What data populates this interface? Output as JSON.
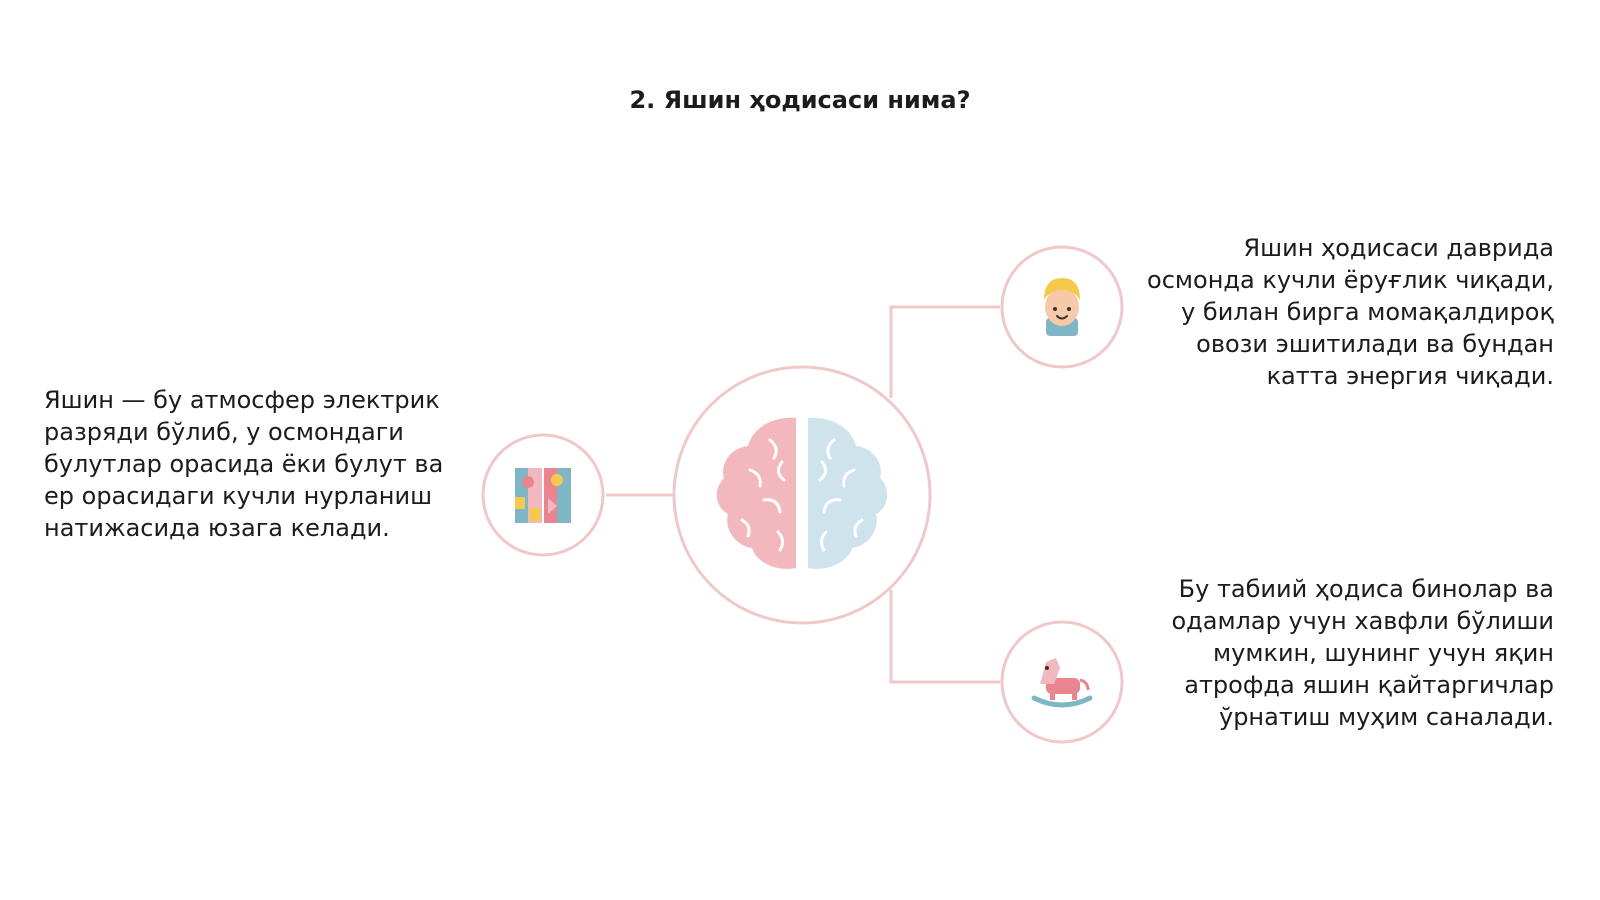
{
  "slide": {
    "title": "2. Яшин ҳодисаси нима?"
  },
  "diagram": {
    "center_icon": "brain-icon",
    "left": {
      "icon": "puzzle-blocks-icon",
      "text": "Яшин — бу атмосфер электрик разряди бўлиб, у осмондаги булутлар орасида ёки булут ва ер орасидаги кучли нурланиш натижасида юзага келади."
    },
    "right_top": {
      "icon": "child-face-icon",
      "text": "Яшин ҳодисаси даврида осмонда кучли ёруғлик чиқади, у билан бирга момақалдироқ овози эшитилади ва бундан катта энергия чиқади."
    },
    "right_bottom": {
      "icon": "rocking-horse-icon",
      "text": "Бу табиий ҳодиса бинолар ва одамлар учун хавфли бўлиши мумкин, шунинг учун яқин атрофда яшин қайтаргичлар ўрнатиш муҳим саналади."
    }
  },
  "colors": {
    "line": "#f0c8c8",
    "brain_left": "#f2b8bd",
    "brain_right": "#cfe3ec",
    "accent_red": "#e8858f",
    "accent_blue": "#7fb6c6",
    "accent_yellow": "#f5c94a"
  }
}
